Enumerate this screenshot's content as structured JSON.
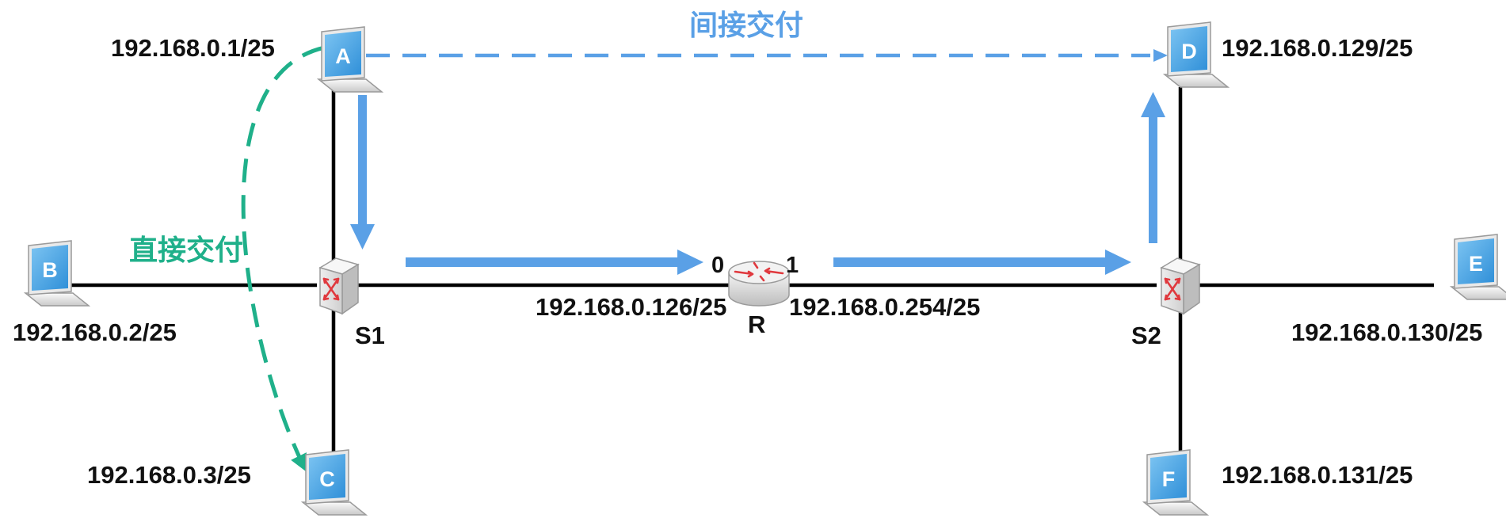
{
  "captions": {
    "indirect": "间接交付",
    "direct": "直接交付"
  },
  "hosts": {
    "A": {
      "letter": "A",
      "ip": "192.168.0.1/25"
    },
    "B": {
      "letter": "B",
      "ip": "192.168.0.2/25"
    },
    "C": {
      "letter": "C",
      "ip": "192.168.0.3/25"
    },
    "D": {
      "letter": "D",
      "ip": "192.168.0.129/25"
    },
    "E": {
      "letter": "E",
      "ip": "192.168.0.130/25"
    },
    "F": {
      "letter": "F",
      "ip": "192.168.0.131/25"
    }
  },
  "switches": {
    "S1": {
      "label": "S1"
    },
    "S2": {
      "label": "S2"
    }
  },
  "router": {
    "label": "R",
    "port0": {
      "label": "0",
      "ip": "192.168.0.126/25"
    },
    "port1": {
      "label": "1",
      "ip": "192.168.0.254/25"
    }
  },
  "colors": {
    "indirect": "#5aa0e6",
    "direct": "#1fb08a",
    "link": "#000000",
    "switch_arrows": "#e0393e"
  }
}
